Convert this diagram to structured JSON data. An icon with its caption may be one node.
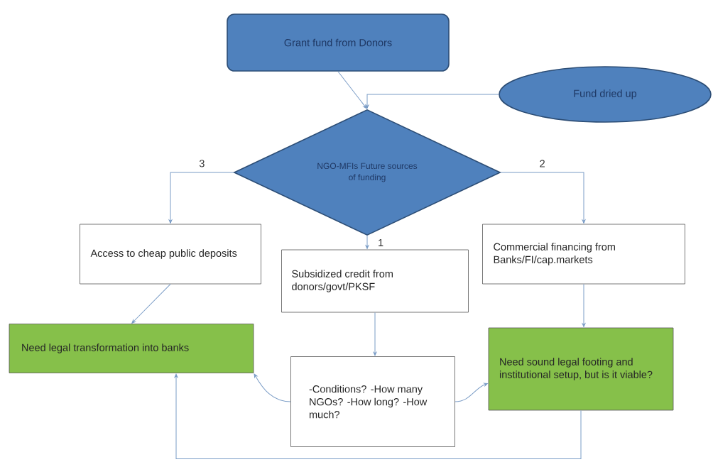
{
  "diagram": {
    "nodes": [
      {
        "text": [
          "Grant fund from Donors"
        ]
      },
      {
        "text": [
          "Fund dried up"
        ]
      },
      {
        "text": [
          "NGO-MFIs Future sources of funding"
        ]
      },
      {
        "text": [
          "Access to cheap public deposits"
        ]
      },
      {
        "text": [
          "Subsidized credit from donors/govt/PKSF"
        ]
      },
      {
        "text": [
          "Commercial financing from Banks/FI/cap.markets"
        ]
      },
      {
        "text": [
          "Need legal transformation into banks"
        ]
      },
      {
        "text": [
          "-Conditions? -How many NGOs? -How long? -How much?"
        ]
      },
      {
        "text": [
          "Need sound legal footing and institutional setup, but is it viable?"
        ]
      }
    ],
    "edges": [
      {
        "from": 0,
        "to": 2,
        "arrow": "to"
      },
      {
        "from": 1,
        "to": 2,
        "arrow": "to"
      },
      {
        "from": 2,
        "to": 3,
        "arrow": "to",
        "label": "3"
      },
      {
        "from": 2,
        "to": 5,
        "arrow": "to",
        "label": "2"
      },
      {
        "from": 2,
        "to": 4,
        "arrow": "to",
        "label": "1"
      },
      {
        "from": 3,
        "to": 6,
        "arrow": "to"
      },
      {
        "from": 4,
        "to": 7,
        "arrow": "to"
      },
      {
        "from": 5,
        "to": 8,
        "arrow": "to"
      },
      {
        "from": 7,
        "to": 6,
        "arrow": "to"
      },
      {
        "from": 7,
        "to": 8,
        "arrow": "to"
      },
      {
        "from": 8,
        "to": 6,
        "arrow": "to"
      }
    ]
  }
}
